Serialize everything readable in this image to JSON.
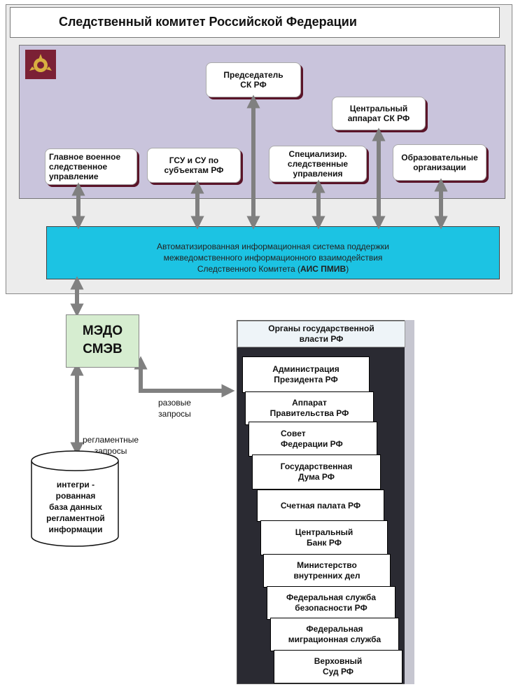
{
  "title": "Следственный комитет Российской Федерации",
  "logo": {
    "icon": "emblem-icon",
    "bg": "#7b2035"
  },
  "units": [
    {
      "key": "chairman",
      "label": "Председатель\nСК РФ"
    },
    {
      "key": "central",
      "label": "Центральный\nаппарат СК РФ"
    },
    {
      "key": "military",
      "label": "Главное военное\nследственное\nуправление"
    },
    {
      "key": "gsu",
      "label": "ГСУ и СУ по\nсубъектам РФ"
    },
    {
      "key": "special",
      "label": "Специализир.\nследственные\nуправления"
    },
    {
      "key": "edu",
      "label": "Образовательные\nорганизации"
    }
  ],
  "ais": {
    "line1": "Автоматизированная информационная система поддержки",
    "line2": "межведомственного информационного взаимодействия",
    "line3_prefix": "Следственного Комитета (",
    "line3_bold": "АИС ПМИВ",
    "line3_suffix": ")"
  },
  "medo": {
    "line1": "МЭДО",
    "line2": "СМЭВ"
  },
  "labels": {
    "one_time": "разовые\nзапросы",
    "regular": "регламентные\nзапросы"
  },
  "database": "интегри -\nрованная\nбаза данных\nрегламентной\nинформации",
  "gov": {
    "header": "Органы государственной\nвласти РФ",
    "items": [
      "Администрация\nПрезидента РФ",
      "Аппарат\nПравительства РФ",
      "Совет\nФедерации РФ",
      "Государственная\nДума РФ",
      "Счетная палата РФ",
      "Центральный\nБанк РФ",
      "Министерство\nвнутренних дел",
      "Федеральная служба\nбезопасности РФ",
      "Федеральная\nмиграционная служба",
      "Верховный\nСуд РФ"
    ]
  },
  "colors": {
    "purple_panel": "#c9c4dc",
    "ais_blue": "#1cc3e3",
    "medo_green": "#d6edd0",
    "arrow_gray": "#808080",
    "shadow_maroon": "#5a1428",
    "gov_panel": "#2a2a32"
  }
}
